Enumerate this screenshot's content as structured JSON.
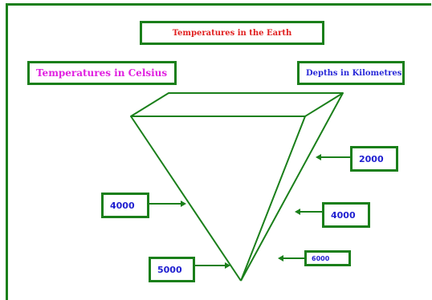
{
  "title": "Temperatures in the Earth",
  "celsius_label": "Temperatures in Celsius",
  "depth_label": "Depths in Kilometres",
  "temperatures": [
    "4000",
    "5000"
  ],
  "depths": [
    "2000",
    "4000",
    "6000"
  ],
  "colors": {
    "line": "#1a7f1a",
    "title": "#e02020",
    "celsius": "#e020e0",
    "depth": "#2a2ad8",
    "values": "#1f1fd0"
  }
}
